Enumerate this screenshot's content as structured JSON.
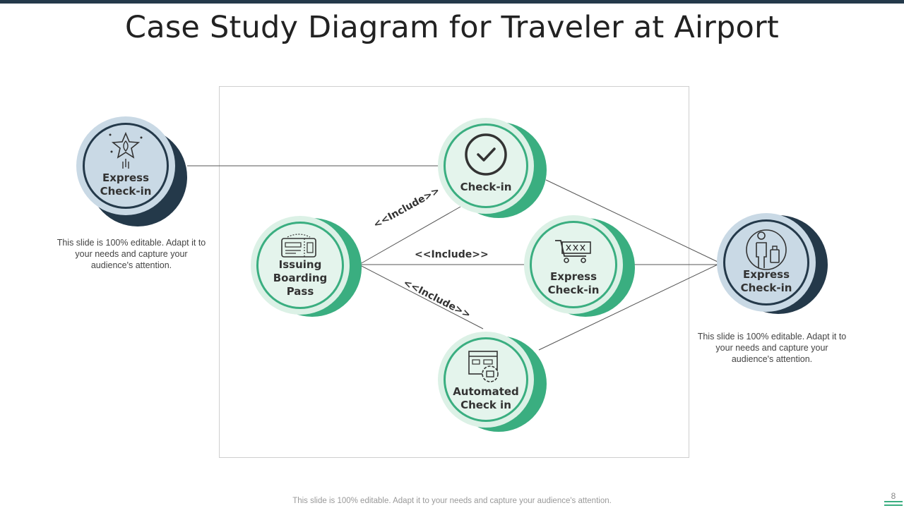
{
  "title": "Case Study Diagram for Traveler at Airport",
  "left_actor": {
    "label_line1": "Express",
    "label_line2": "Check-in",
    "icon": "rocket-star-icon"
  },
  "right_actor": {
    "label_line1": "Express",
    "label_line2": "Check-in",
    "icon": "traveler-luggage-icon"
  },
  "use_cases": {
    "check_in": {
      "label": "Check-in",
      "icon": "checkmark-icon"
    },
    "issuing_boarding_pass": {
      "line1": "Issuing",
      "line2": "Boarding",
      "line3": "Pass",
      "icon": "boarding-pass-icon"
    },
    "express_check_in": {
      "line1": "Express",
      "line2": "Check-in",
      "icon": "cart-icon"
    },
    "automated_check_in": {
      "line1": "Automated",
      "line2": "Check in",
      "icon": "automation-window-icon"
    }
  },
  "include_labels": {
    "upper": "<<Include>>",
    "middle": "<<Include>>",
    "lower": "<<Include>>"
  },
  "notes": {
    "left": "This slide is 100% editable. Adapt it to your needs and capture your audience's attention.",
    "right": "This slide is 100% editable. Adapt it to your needs and capture your audience's attention."
  },
  "footer": "This slide is 100% editable. Adapt it to your needs and capture your audience's attention.",
  "page_number": "8",
  "colors": {
    "dark_navy": "#24394a",
    "actor_fill": "#c9d9e5",
    "green": "#3aae80",
    "green_light": "#dcf1e6",
    "green_inner": "#e4f4ec"
  }
}
